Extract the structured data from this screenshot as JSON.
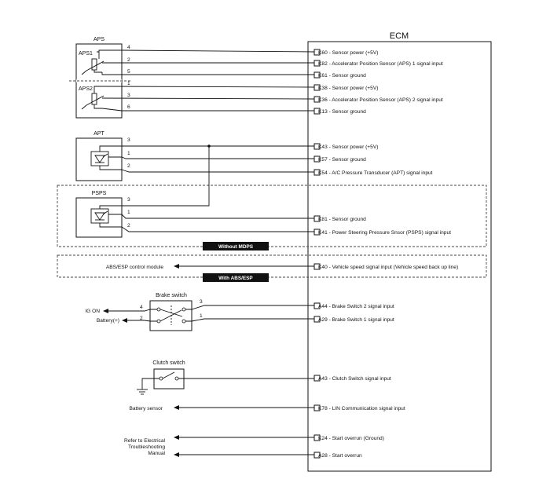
{
  "ecm": {
    "title": "ECM"
  },
  "components": {
    "aps": "APS",
    "aps1": "APS1",
    "aps2": "APS2",
    "apt": "APT",
    "psps": "PSPS",
    "abs_esp": "ABS/ESP control module",
    "brake_switch": "Brake switch",
    "ig_on": "IG ON",
    "battery": "Battery(+)",
    "clutch_switch": "Clutch switch",
    "battery_sensor": "Battery sensor",
    "refer_line1": "Refer to Electrical",
    "refer_line2": "Troubleshooting",
    "refer_line3": "Manual"
  },
  "tags": {
    "without_mdps": "Without MDPS",
    "with_abs_esp": "With ABS/ESP"
  },
  "pins": {
    "aps_4": "4",
    "aps_2": "2",
    "aps_5": "5",
    "aps_1": "1",
    "aps_3": "3",
    "aps_6": "6",
    "apt_3": "3",
    "apt_1": "1",
    "apt_2": "2",
    "psps_3": "3",
    "psps_1": "1",
    "psps_2": "2",
    "brake_3": "3",
    "brake_1": "1",
    "brake_4": "4",
    "brake_2": "2"
  },
  "ecm_terminals": [
    "K60 - Sensor power (+5V)",
    "K82 - Accelerator Position Sensor (APS) 1 signal input",
    "K61 - Sensor ground",
    "K38 - Sensor power (+5V)",
    "K36 - Accelerator Position Sensor (APS) 2 signal input",
    "K13 - Sensor ground",
    "K43 - Sensor power (+5V)",
    "K57 - Sensor ground",
    "K54 - A/C Pressure Transducer (APT) signal input",
    "K81 - Sensor ground",
    "K41 - Power Steering Pressure Snsor (PSPS) signal input",
    "K40 - Vehicle speed signal input (Vehicle speed back up line)",
    "A44 - Brake Switch 2 signal input",
    "A29 - Brake Switch 1 signal input",
    "A43 - Clutch Switch signal input",
    "K78 - LIN Communication signal input",
    "K24 - Start overrun (Ground)",
    "A28 - Start overrun"
  ]
}
